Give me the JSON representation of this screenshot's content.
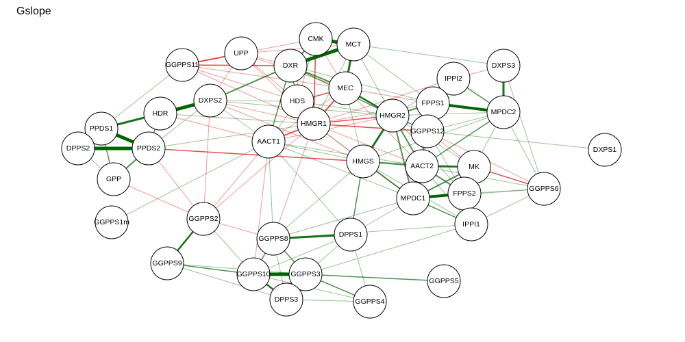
{
  "title": "Gslope",
  "colors": {
    "positive": "#006400",
    "negative": "#e00000",
    "node_fill": "#ffffff",
    "node_stroke": "#000000"
  },
  "nodes": [
    "CMK",
    "MCT",
    "UPP",
    "DXR",
    "GGPPS11",
    "DXPS3",
    "IPPI2",
    "MEC",
    "HDS",
    "DXPS2",
    "FPPS1",
    "HMGR2",
    "MPDC2",
    "HDR",
    "HMGR1",
    "PPDS1",
    "GGPPS12",
    "AACT1",
    "DXPS1",
    "DPPS2",
    "PPDS2",
    "HMGS",
    "AACT2",
    "MK",
    "GPP",
    "GGPPS6",
    "MPDC1",
    "FPPS2",
    "GGPPS1m",
    "GGPPS2",
    "IPPI1",
    "DPPS1",
    "GGPPS8",
    "GGPPS9",
    "GGPPS10",
    "GGPPS3",
    "GGPPS5",
    "DPPS3",
    "GGPPS4"
  ],
  "edges": [
    [
      "CMK",
      "MCT",
      "pos",
      5
    ],
    [
      "CMK",
      "DXR",
      "pos",
      2
    ],
    [
      "CMK",
      "MEC",
      "neg",
      1
    ],
    [
      "CMK",
      "HMGR1",
      "neg",
      1.5
    ],
    [
      "CMK",
      "UPP",
      "neg",
      1
    ],
    [
      "CMK",
      "HDS",
      "pos",
      1
    ],
    [
      "MCT",
      "DXR",
      "pos",
      5
    ],
    [
      "MCT",
      "MEC",
      "pos",
      3
    ],
    [
      "MCT",
      "HMGR2",
      "pos",
      1
    ],
    [
      "MCT",
      "DXPS3",
      "pos",
      1
    ],
    [
      "MCT",
      "UPP",
      "neg",
      1
    ],
    [
      "MCT",
      "HMGR1",
      "pos",
      1
    ],
    [
      "MCT",
      "FPPS1",
      "pos",
      1
    ],
    [
      "UPP",
      "GGPPS11",
      "neg",
      2
    ],
    [
      "UPP",
      "DXR",
      "neg",
      1
    ],
    [
      "UPP",
      "HDS",
      "neg",
      1
    ],
    [
      "UPP",
      "MEC",
      "neg",
      1
    ],
    [
      "UPP",
      "DXPS2",
      "neg",
      1
    ],
    [
      "UPP",
      "HMGR1",
      "neg",
      1
    ],
    [
      "DXR",
      "GGPPS11",
      "neg",
      1.5
    ],
    [
      "DXR",
      "MEC",
      "pos",
      2
    ],
    [
      "DXR",
      "HDS",
      "pos",
      1.5
    ],
    [
      "DXR",
      "HMGR1",
      "pos",
      1
    ],
    [
      "DXR",
      "DXPS2",
      "pos",
      2
    ],
    [
      "DXR",
      "AACT1",
      "pos",
      1.5
    ],
    [
      "DXR",
      "HMGR2",
      "pos",
      1.5
    ],
    [
      "DXR",
      "FPPS1",
      "pos",
      1
    ],
    [
      "GGPPS11",
      "PPDS1",
      "pos",
      1
    ],
    [
      "GGPPS11",
      "HDS",
      "neg",
      1
    ],
    [
      "GGPPS11",
      "MEC",
      "neg",
      1
    ],
    [
      "GGPPS11",
      "HMGR1",
      "neg",
      1
    ],
    [
      "DXPS3",
      "MPDC2",
      "pos",
      3
    ],
    [
      "DXPS3",
      "IPPI2",
      "neg",
      1
    ],
    [
      "DXPS3",
      "GGPPS6",
      "pos",
      1
    ],
    [
      "IPPI2",
      "MPDC2",
      "pos",
      1.5
    ],
    [
      "IPPI2",
      "HMGR2",
      "pos",
      1
    ],
    [
      "IPPI2",
      "FPPS1",
      "pos",
      2
    ],
    [
      "IPPI2",
      "HMGR1",
      "neg",
      1
    ],
    [
      "IPPI2",
      "GGPPS12",
      "pos",
      1
    ],
    [
      "MEC",
      "HDS",
      "neg",
      1.5
    ],
    [
      "MEC",
      "HMGR1",
      "neg",
      2
    ],
    [
      "MEC",
      "HMGR2",
      "pos",
      2.5
    ],
    [
      "MEC",
      "AACT1",
      "neg",
      1
    ],
    [
      "MEC",
      "FPPS1",
      "neg",
      1
    ],
    [
      "MEC",
      "HMGS",
      "pos",
      1
    ],
    [
      "MEC",
      "AACT2",
      "neg",
      1
    ],
    [
      "HDS",
      "HMGR1",
      "neg",
      1.5
    ],
    [
      "HDS",
      "DXPS2",
      "pos",
      1
    ],
    [
      "HDS",
      "HMGR2",
      "pos",
      1
    ],
    [
      "HDS",
      "AACT1",
      "pos",
      1
    ],
    [
      "DXPS2",
      "HDR",
      "pos",
      5
    ],
    [
      "DXPS2",
      "PPDS2",
      "pos",
      1
    ],
    [
      "DXPS2",
      "HMGR1",
      "neg",
      1
    ],
    [
      "DXPS2",
      "HMGR2",
      "pos",
      1
    ],
    [
      "DXPS2",
      "AACT1",
      "pos",
      1
    ],
    [
      "DXPS2",
      "GGPPS2",
      "neg",
      1
    ],
    [
      "DXPS2",
      "HMGS",
      "neg",
      1
    ],
    [
      "FPPS1",
      "MPDC2",
      "pos",
      4
    ],
    [
      "FPPS1",
      "HMGR2",
      "pos",
      2
    ],
    [
      "FPPS1",
      "GGPPS12",
      "pos",
      2
    ],
    [
      "FPPS1",
      "MPDC1",
      "pos",
      1.5
    ],
    [
      "FPPS1",
      "HMGR1",
      "neg",
      1
    ],
    [
      "FPPS1",
      "AACT2",
      "pos",
      1
    ],
    [
      "HMGR2",
      "HMGR1",
      "neg",
      1.5
    ],
    [
      "HMGR2",
      "HMGS",
      "pos",
      3
    ],
    [
      "HMGR2",
      "GGPPS12",
      "pos",
      1.5
    ],
    [
      "HMGR2",
      "AACT2",
      "pos",
      2
    ],
    [
      "HMGR2",
      "MPDC1",
      "pos",
      2
    ],
    [
      "HMGR2",
      "MK",
      "pos",
      1
    ],
    [
      "HMGR2",
      "FPPS2",
      "pos",
      1
    ],
    [
      "HMGR2",
      "AACT1",
      "neg",
      1
    ],
    [
      "HMGR2",
      "MPDC2",
      "pos",
      1
    ],
    [
      "MPDC2",
      "MK",
      "pos",
      1
    ],
    [
      "MPDC2",
      "GGPPS6",
      "pos",
      1
    ],
    [
      "MPDC2",
      "AACT2",
      "pos",
      1.5
    ],
    [
      "MPDC2",
      "GGPPS12",
      "pos",
      1
    ],
    [
      "MPDC2",
      "HMGS",
      "pos",
      1
    ],
    [
      "HDR",
      "PPDS1",
      "pos",
      3
    ],
    [
      "HDR",
      "PPDS2",
      "pos",
      1.5
    ],
    [
      "HDR",
      "HMGR1",
      "pos",
      1
    ],
    [
      "HDR",
      "AACT1",
      "neg",
      1
    ],
    [
      "HMGR1",
      "AACT1",
      "neg",
      2
    ],
    [
      "HMGR1",
      "GGPPS12",
      "neg",
      1.5
    ],
    [
      "HMGR1",
      "HMGS",
      "pos",
      1
    ],
    [
      "HMGR1",
      "GGPPS8",
      "neg",
      1
    ],
    [
      "HMGR1",
      "GGPPS2",
      "neg",
      1
    ],
    [
      "HMGR1",
      "AACT2",
      "neg",
      1
    ],
    [
      "HMGR1",
      "PPDS2",
      "pos",
      1
    ],
    [
      "HMGR1",
      "MPDC1",
      "neg",
      1
    ],
    [
      "PPDS1",
      "PPDS2",
      "pos",
      5
    ],
    [
      "PPDS1",
      "DPPS2",
      "pos",
      2
    ],
    [
      "PPDS1",
      "GPP",
      "pos",
      1.5
    ],
    [
      "GGPPS12",
      "DXPS1",
      "pos",
      1
    ],
    [
      "GGPPS12",
      "AACT2",
      "pos",
      1
    ],
    [
      "GGPPS12",
      "MK",
      "neg",
      1
    ],
    [
      "GGPPS12",
      "GGPPS6",
      "neg",
      1
    ],
    [
      "GGPPS12",
      "FPPS2",
      "pos",
      1
    ],
    [
      "AACT1",
      "HMGS",
      "pos",
      1
    ],
    [
      "AACT1",
      "GGPPS8",
      "pos",
      1
    ],
    [
      "AACT1",
      "DPPS1",
      "pos",
      1
    ],
    [
      "AACT1",
      "GGPPS1m",
      "pos",
      1
    ],
    [
      "AACT1",
      "MPDC1",
      "pos",
      1
    ],
    [
      "AACT1",
      "GGPPS2",
      "neg",
      1
    ],
    [
      "AACT1",
      "GGPPS10",
      "neg",
      1
    ],
    [
      "AACT1",
      "AACT2",
      "pos",
      1
    ],
    [
      "DPPS2",
      "PPDS2",
      "pos",
      5
    ],
    [
      "DPPS2",
      "GPP",
      "pos",
      1
    ],
    [
      "PPDS2",
      "GPP",
      "pos",
      2
    ],
    [
      "PPDS2",
      "HMGS",
      "neg",
      1.5
    ],
    [
      "PPDS2",
      "GGPPS2",
      "neg",
      1
    ],
    [
      "HMGS",
      "AACT2",
      "pos",
      2
    ],
    [
      "HMGS",
      "MPDC1",
      "pos",
      2
    ],
    [
      "HMGS",
      "DPPS1",
      "pos",
      1.5
    ],
    [
      "HMGS",
      "MK",
      "pos",
      1
    ],
    [
      "HMGS",
      "IPPI1",
      "pos",
      1
    ],
    [
      "HMGS",
      "GGPPS8",
      "pos",
      1
    ],
    [
      "AACT2",
      "MK",
      "pos",
      2.5
    ],
    [
      "AACT2",
      "MPDC1",
      "pos",
      3
    ],
    [
      "AACT2",
      "FPPS2",
      "pos",
      2
    ],
    [
      "AACT2",
      "IPPI1",
      "pos",
      1
    ],
    [
      "AACT2",
      "GGPPS6",
      "pos",
      1
    ],
    [
      "MK",
      "MPDC1",
      "pos",
      2
    ],
    [
      "MK",
      "FPPS2",
      "pos",
      2
    ],
    [
      "MK",
      "GGPPS6",
      "neg",
      1.5
    ],
    [
      "MK",
      "IPPI1",
      "pos",
      1
    ],
    [
      "GPP",
      "GGPPS2",
      "neg",
      1
    ],
    [
      "GGPPS6",
      "FPPS2",
      "pos",
      1
    ],
    [
      "GGPPS6",
      "MPDC1",
      "pos",
      1
    ],
    [
      "GGPPS6",
      "IPPI1",
      "pos",
      1
    ],
    [
      "MPDC1",
      "FPPS2",
      "pos",
      4
    ],
    [
      "MPDC1",
      "IPPI1",
      "pos",
      1.5
    ],
    [
      "MPDC1",
      "DPPS1",
      "pos",
      1
    ],
    [
      "MPDC1",
      "GGPPS8",
      "pos",
      1
    ],
    [
      "FPPS2",
      "IPPI1",
      "pos",
      1
    ],
    [
      "GGPPS2",
      "GGPPS9",
      "pos",
      2.5
    ],
    [
      "GGPPS2",
      "GGPPS8",
      "neg",
      1
    ],
    [
      "GGPPS2",
      "GGPPS10",
      "pos",
      1
    ],
    [
      "IPPI1",
      "GGPPS8",
      "pos",
      1
    ],
    [
      "IPPI1",
      "GGPPS3",
      "pos",
      1
    ],
    [
      "DPPS1",
      "GGPPS8",
      "pos",
      3
    ],
    [
      "DPPS1",
      "GGPPS10",
      "pos",
      1
    ],
    [
      "DPPS1",
      "GGPPS3",
      "pos",
      1
    ],
    [
      "DPPS1",
      "GGPPS4",
      "pos",
      1
    ],
    [
      "GGPPS8",
      "GGPPS10",
      "pos",
      1.5
    ],
    [
      "GGPPS8",
      "GGPPS3",
      "pos",
      1.5
    ],
    [
      "GGPPS8",
      "DPPS3",
      "pos",
      1
    ],
    [
      "GGPPS9",
      "GGPPS10",
      "pos",
      1.5
    ],
    [
      "GGPPS9",
      "GGPPS3",
      "pos",
      1
    ],
    [
      "GGPPS9",
      "DPPS3",
      "pos",
      1
    ],
    [
      "GGPPS10",
      "GGPPS3",
      "pos",
      5
    ],
    [
      "GGPPS10",
      "DPPS3",
      "pos",
      2.5
    ],
    [
      "GGPPS10",
      "GGPPS4",
      "pos",
      1
    ],
    [
      "GGPPS3",
      "GGPPS5",
      "pos",
      1.5
    ],
    [
      "GGPPS3",
      "DPPS3",
      "pos",
      1.5
    ],
    [
      "GGPPS3",
      "GGPPS4",
      "pos",
      1.5
    ],
    [
      "DPPS3",
      "GGPPS4",
      "pos",
      1
    ]
  ]
}
